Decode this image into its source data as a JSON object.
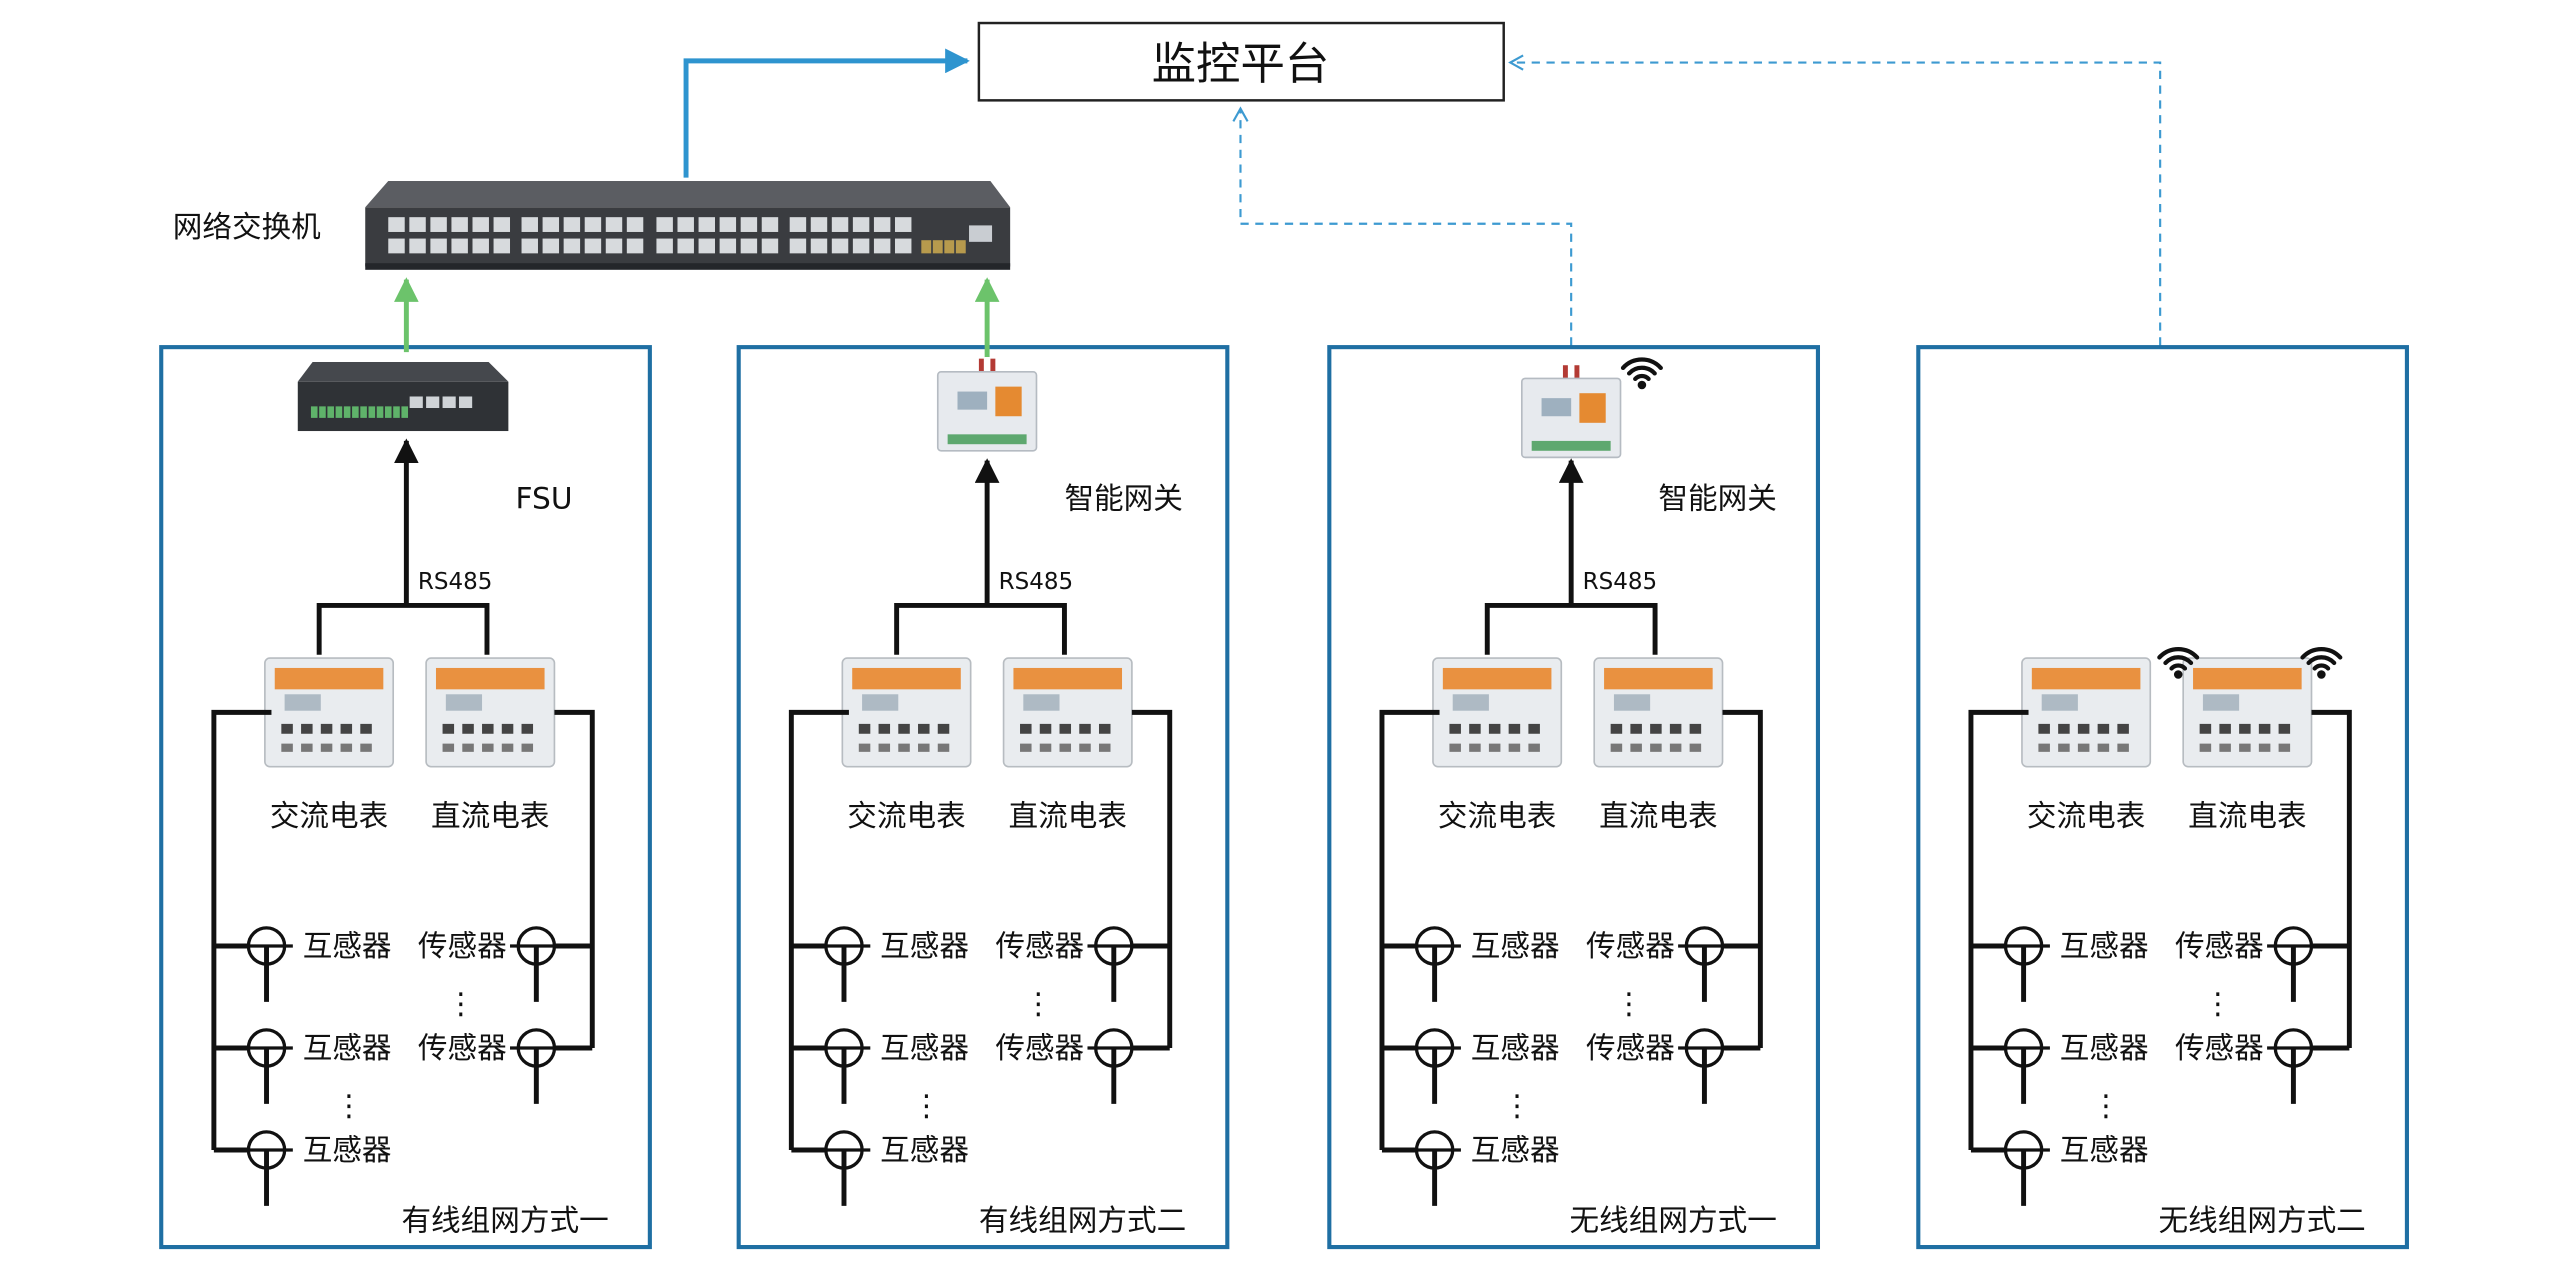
{
  "platform": {
    "label": "监控平台"
  },
  "switch": {
    "label": "网络交换机"
  },
  "colors": {
    "panel_border": "#1f6fa3",
    "uplink_blue": "#2e94cf",
    "uplink_green": "#6cc36b",
    "wireless_dashed": "#3d9ad1",
    "wire": "#111111"
  },
  "panels": [
    {
      "name": "有线组网方式一",
      "gateway_label": "FSU",
      "bus_label": "RS485",
      "ac_meter": "交流电表",
      "dc_meter": "直流电表",
      "left_sensors": [
        "互感器",
        "互感器",
        "互感器"
      ],
      "right_sensors": [
        "传感器",
        "传感器"
      ],
      "link": "wired"
    },
    {
      "name": "有线组网方式二",
      "gateway_label": "智能网关",
      "bus_label": "RS485",
      "ac_meter": "交流电表",
      "dc_meter": "直流电表",
      "left_sensors": [
        "互感器",
        "互感器",
        "互感器"
      ],
      "right_sensors": [
        "传感器",
        "传感器"
      ],
      "link": "wired"
    },
    {
      "name": "无线组网方式一",
      "gateway_label": "智能网关",
      "bus_label": "RS485",
      "ac_meter": "交流电表",
      "dc_meter": "直流电表",
      "left_sensors": [
        "互感器",
        "互感器",
        "互感器"
      ],
      "right_sensors": [
        "传感器",
        "传感器"
      ],
      "link": "wireless"
    },
    {
      "name": "无线组网方式二",
      "ac_meter": "交流电表",
      "dc_meter": "直流电表",
      "left_sensors": [
        "互感器",
        "互感器",
        "互感器"
      ],
      "right_sensors": [
        "传感器",
        "传感器"
      ],
      "link": "wireless"
    }
  ]
}
